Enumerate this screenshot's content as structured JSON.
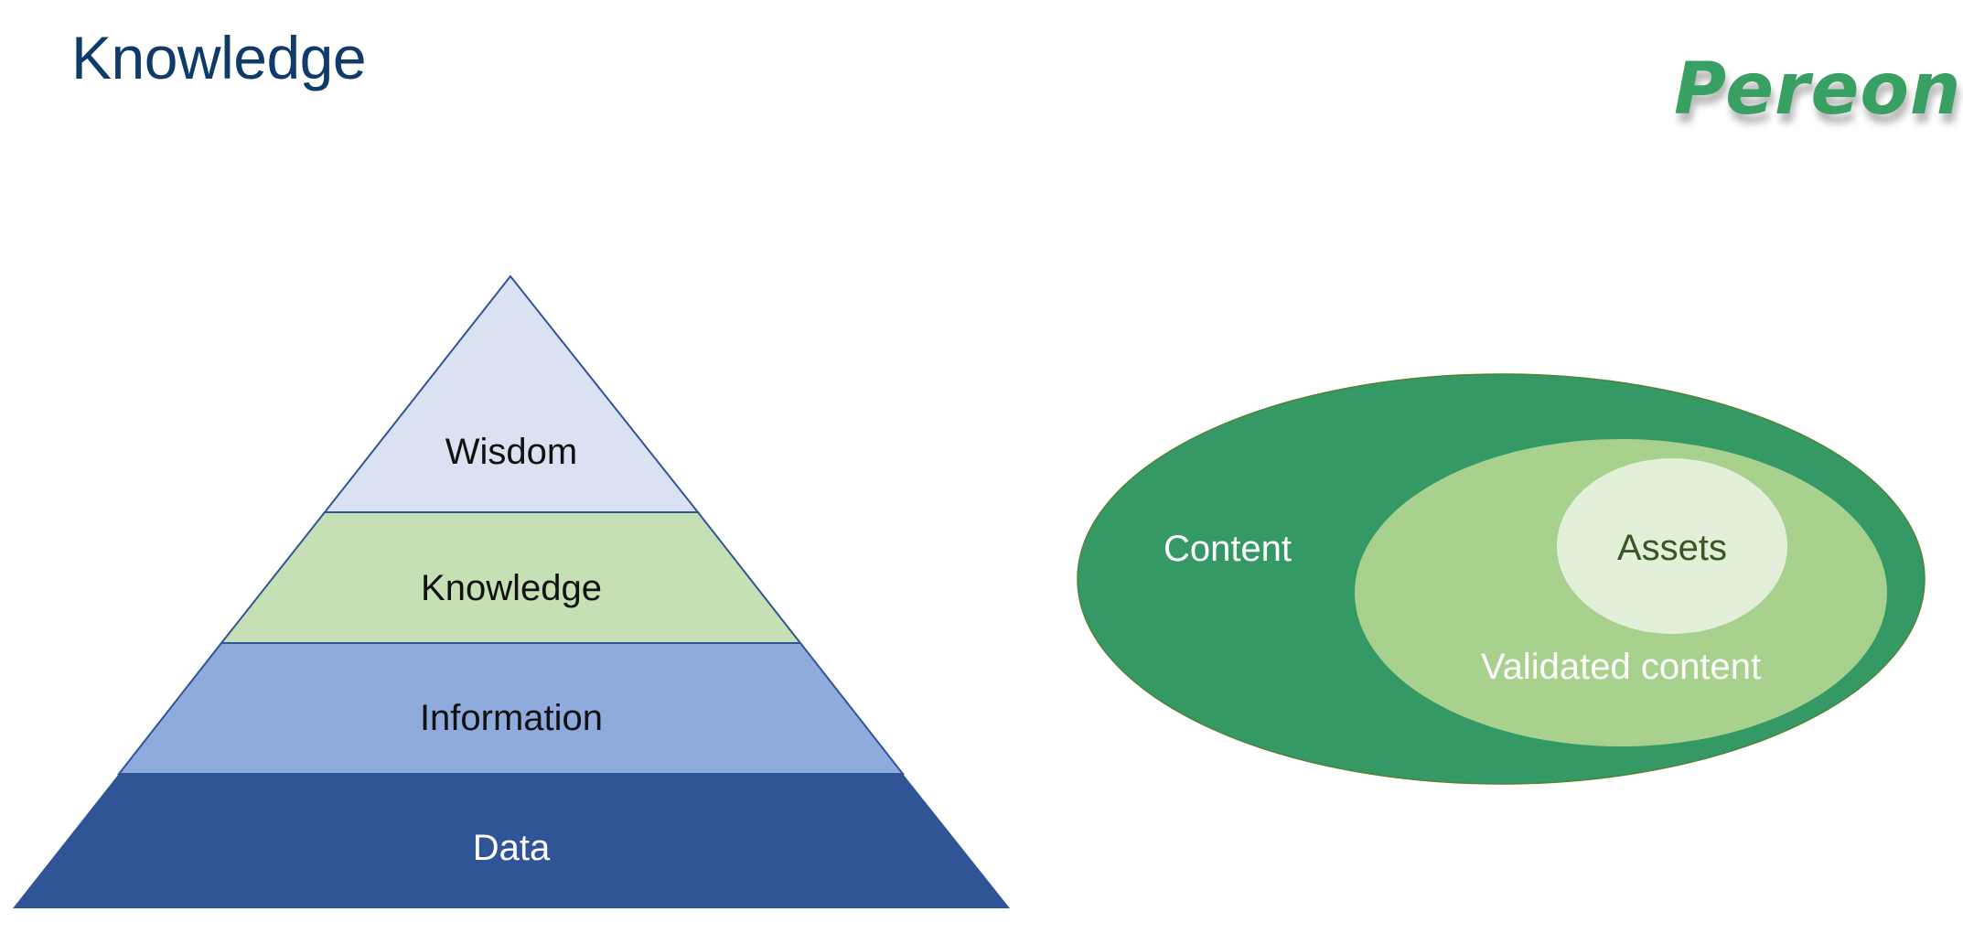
{
  "slide": {
    "title": "Knowledge",
    "logo_text": "Pereon"
  },
  "pyramid": {
    "name": "DIKW pyramid",
    "levels": [
      {
        "label": "Wisdom",
        "fill": "#DAE1F2",
        "text_color": "#111111"
      },
      {
        "label": "Knowledge",
        "fill": "#C5E0B4",
        "text_color": "#111111"
      },
      {
        "label": "Information",
        "fill": "#8FAADC",
        "text_color": "#111111"
      },
      {
        "label": "Data",
        "fill": "#2F5597",
        "text_color": "#FFFFFF"
      }
    ],
    "outline_color": "#2F5597"
  },
  "nested_ellipses": {
    "name": "Content hierarchy",
    "sets": [
      {
        "label": "Content",
        "fill": "#359966",
        "text_color": "#FFFFFF",
        "stroke": "#548235"
      },
      {
        "label": "Validated content",
        "fill": "#A9D18E",
        "text_color": "#FFFFFF"
      },
      {
        "label": "Assets",
        "fill": "#E2F0D9",
        "text_color": "#385723"
      }
    ]
  },
  "colors": {
    "title": "#0F3B6B",
    "logo": "#38A063"
  }
}
